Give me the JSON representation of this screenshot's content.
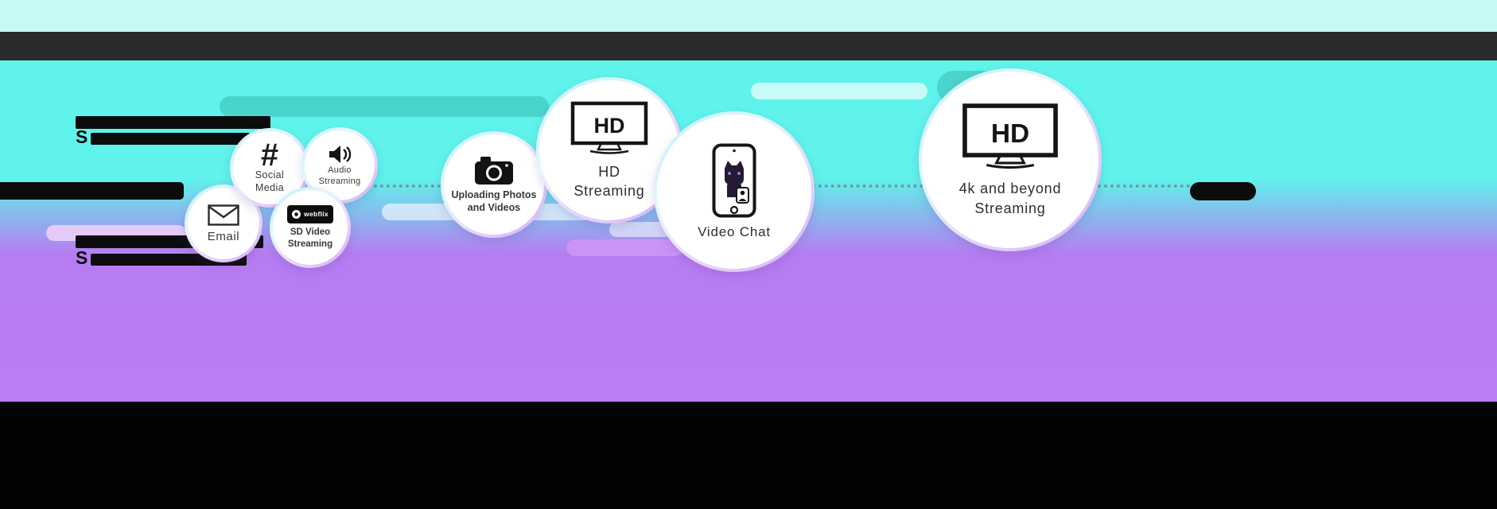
{
  "colors": {
    "cyan_background": "#5ff3eb",
    "purple_background": "#bd7df3",
    "top_bar": "#2b2b2b",
    "bottom_bar": "#030303",
    "teal_pill": "#49d4cc",
    "bubble_ring_blue": "#c3eef8",
    "bubble_ring_purple": "#d3a9f2"
  },
  "redacted": {
    "left_top_letter": "S",
    "left_bottom_letter": "S"
  },
  "bubbles": [
    {
      "id": "email",
      "icon": "envelope-icon",
      "label": "Email"
    },
    {
      "id": "social-media",
      "icon": "hashtag-icon",
      "icon_glyph": "#",
      "label": "Social Media"
    },
    {
      "id": "audio-streaming",
      "icon": "speaker-icon",
      "label": "Audio Streaming"
    },
    {
      "id": "sd-video-streaming",
      "icon": "webflix-badge-icon",
      "badge_text": "webflix",
      "label": "SD Video Streaming"
    },
    {
      "id": "uploading-photos",
      "icon": "camera-icon",
      "label": "Uploading Photos and Videos"
    },
    {
      "id": "hd-streaming",
      "icon": "tv-hd-icon",
      "icon_text": "HD",
      "label": "HD Streaming"
    },
    {
      "id": "video-chat",
      "icon": "smartphone-cat-icon",
      "label": "Video Chat"
    },
    {
      "id": "4k-streaming",
      "icon": "tv-hd-icon",
      "icon_text": "HD",
      "label": "4k and beyond Streaming"
    }
  ]
}
